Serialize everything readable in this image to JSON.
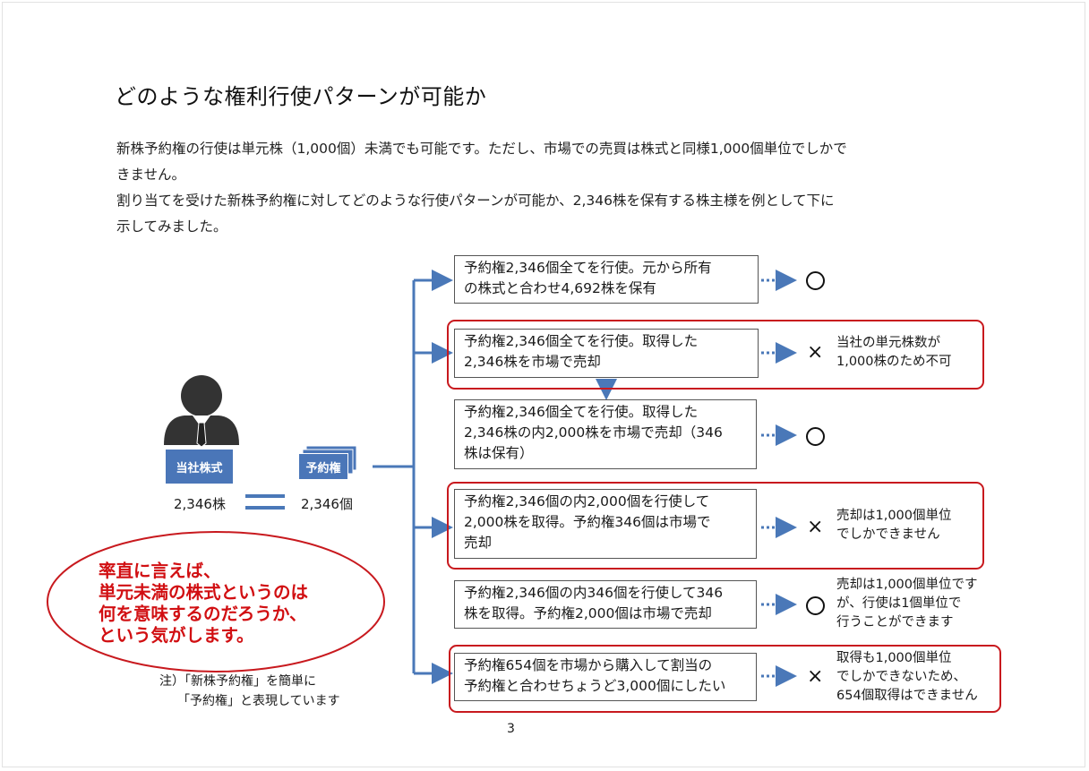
{
  "page": {
    "title": "どのような権利行使パターンが可能か",
    "intro_lines": [
      "新株予約権の行使は単元株（1,000個）未満でも可能です。ただし、市場での売買は株式と同様1,000個単位でしかで",
      "きません。",
      "割り当てを受けた新株予約権に対してどのような行使パターンが可能か、2,346株を保有する株主様を例として下に",
      "示してみました。"
    ],
    "page_number": "3"
  },
  "left": {
    "stock_badge": "当社株式",
    "stock_count": "2,346株",
    "right_badge": "予約権",
    "right_count": "2,346個",
    "comment_lines": [
      "率直に言えば、",
      "単元未満の株式というのは",
      "何を意味するのだろうか、",
      "という気がします。"
    ],
    "footnote_lines": [
      "注）「新株予約権」を簡単に",
      "「予約権」と表現しています"
    ]
  },
  "patterns": [
    {
      "lines": [
        "予約権2,346個全てを行使。元から所有",
        "の株式と合わせ4,692株を保有"
      ],
      "result": "○",
      "result_type": "circle",
      "note_lines": []
    },
    {
      "lines": [
        "予約権2,346個全てを行使。取得した",
        "2,346株を市場で売却"
      ],
      "result": "×",
      "result_type": "cross",
      "note_lines": [
        "当社の単元株数が",
        "1,000株のため不可"
      ]
    },
    {
      "lines": [
        "予約権2,346個全てを行使。取得した",
        "2,346株の内2,000株を市場で売却（346",
        "株は保有）"
      ],
      "result": "○",
      "result_type": "circle",
      "note_lines": []
    },
    {
      "lines": [
        "予約権2,346個の内2,000個を行使して",
        "2,000株を取得。予約権346個は市場で",
        "売却"
      ],
      "result": "×",
      "result_type": "cross",
      "note_lines": [
        "売却は1,000個単位",
        "でしかできません"
      ]
    },
    {
      "lines": [
        "予約権2,346個の内346個を行使して346",
        "株を取得。予約権2,000個は市場で売却"
      ],
      "result": "○",
      "result_type": "circle",
      "note_lines": [
        "売却は1,000個単位です",
        "が、行使は1個単位で",
        "行うことができます"
      ]
    },
    {
      "lines": [
        "予約権654個を市場から購入して割当の",
        "予約権と合わせちょうど3,000個にしたい"
      ],
      "result": "×",
      "result_type": "cross",
      "note_lines": [
        "取得も1,000個単位",
        "でしかできないため、",
        "654個取得はできません"
      ]
    }
  ],
  "colors": {
    "badge_blue": "#4a76b8",
    "arrow_blue": "#4a78b8",
    "red": "#c8191e",
    "comment_red": "#d10f12"
  }
}
